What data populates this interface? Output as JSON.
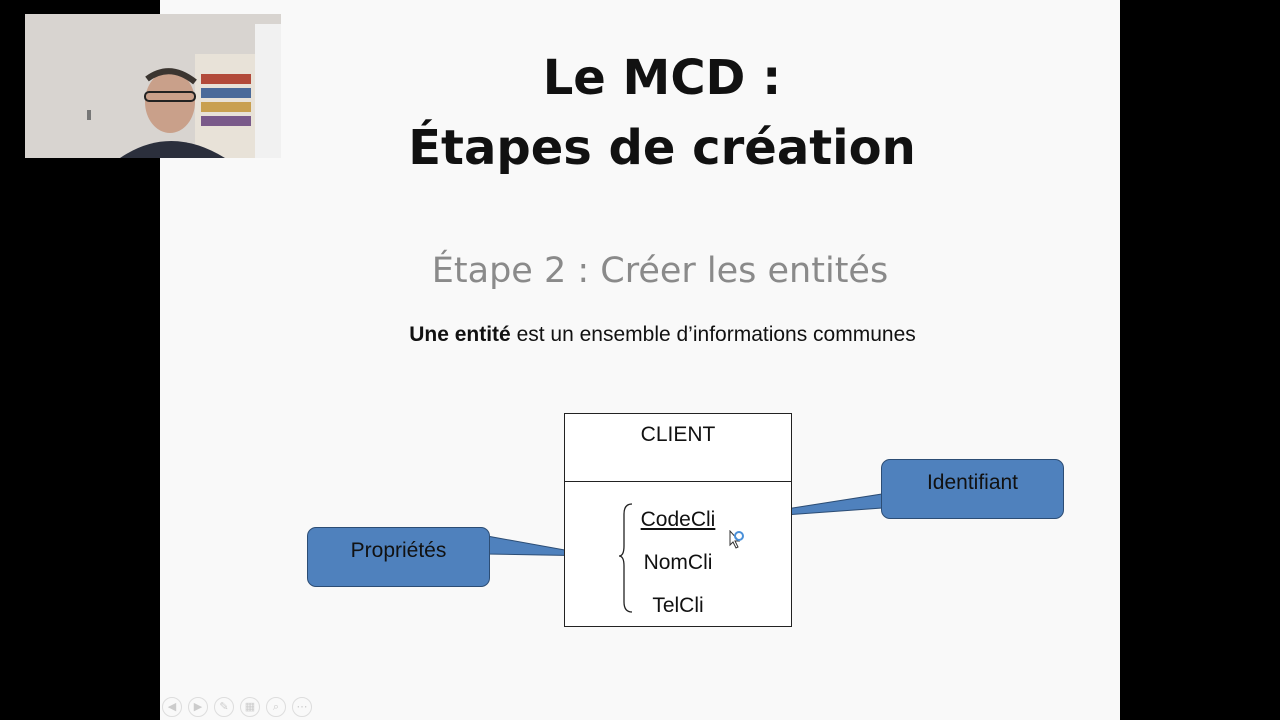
{
  "slide": {
    "title_line1": "Le MCD :",
    "title_line2": "Étapes de création",
    "subtitle": "Étape 2 : Créer les entités",
    "definition_bold": "Une entité",
    "definition_rest": " est un ensemble d’informations communes"
  },
  "entity": {
    "name": "CLIENT",
    "properties": [
      "CodeCli",
      "NomCli",
      "TelCli"
    ]
  },
  "callouts": {
    "left": "Propriétés",
    "right": "Identifiant"
  },
  "colors": {
    "callout_fill": "#4f81bd",
    "slide_bg": "#f9f9f9",
    "subtitle": "#8a8a8a"
  },
  "controls": [
    "prev-icon",
    "next-icon",
    "pen-icon",
    "slides-icon",
    "zoom-icon",
    "more-icon"
  ]
}
